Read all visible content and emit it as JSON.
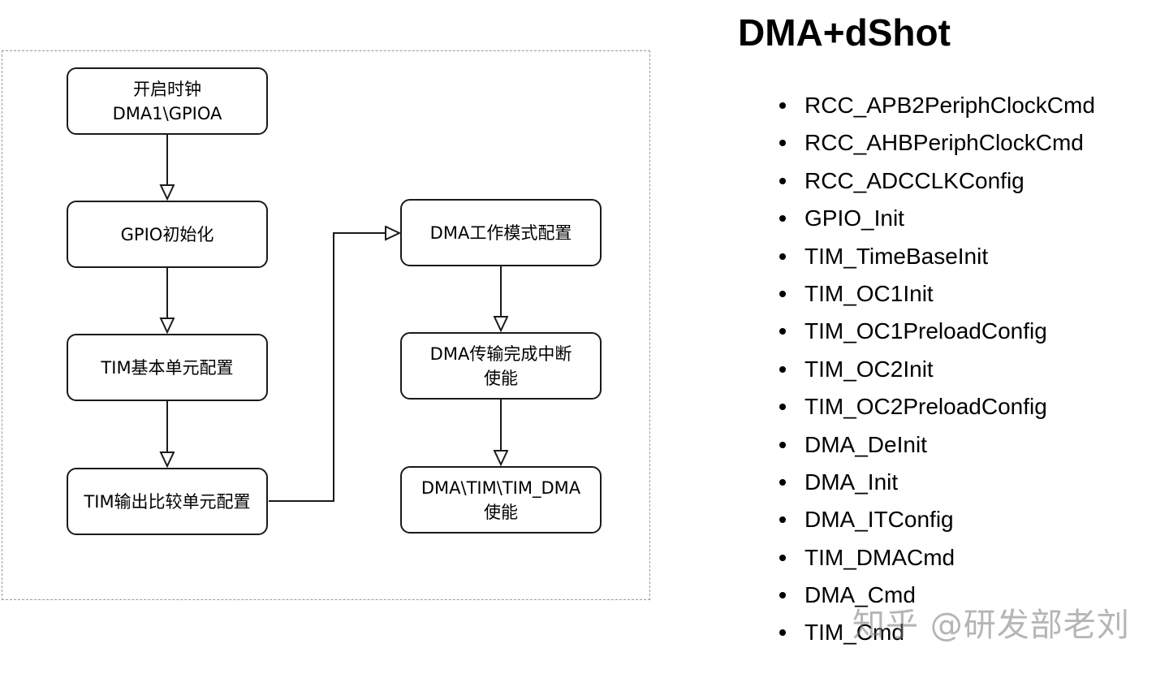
{
  "heading": "DMA+dShot",
  "flowchart": {
    "nodes": [
      {
        "id": "n1",
        "label": "开启时钟\nDMA1\\GPIOA"
      },
      {
        "id": "n2",
        "label": "GPIO初始化"
      },
      {
        "id": "n3",
        "label": "TIM基本单元配置"
      },
      {
        "id": "n4",
        "label": "TIM输出比较单元配置"
      },
      {
        "id": "n5",
        "label": "DMA工作模式配置"
      },
      {
        "id": "n6",
        "label": "DMA传输完成中断\n使能"
      },
      {
        "id": "n7",
        "label": "DMA\\TIM\\TIM_DMA\n使能"
      }
    ],
    "edges": [
      {
        "from": "n1",
        "to": "n2"
      },
      {
        "from": "n2",
        "to": "n3"
      },
      {
        "from": "n3",
        "to": "n4"
      },
      {
        "from": "n4",
        "to": "n5"
      },
      {
        "from": "n5",
        "to": "n6"
      },
      {
        "from": "n6",
        "to": "n7"
      }
    ]
  },
  "api_list": [
    "RCC_APB2PeriphClockCmd",
    "RCC_AHBPeriphClockCmd",
    "RCC_ADCCLKConfig",
    "GPIO_Init",
    "TIM_TimeBaseInit",
    "TIM_OC1Init",
    "TIM_OC1PreloadConfig",
    "TIM_OC2Init",
    "TIM_OC2PreloadConfig",
    "DMA_DeInit",
    "DMA_Init",
    "DMA_ITConfig",
    "TIM_DMACmd",
    "DMA_Cmd",
    "TIM_Cmd"
  ],
  "watermark": "知乎 @研发部老刘",
  "colors": {
    "line": "#1a1a1a",
    "frame": "#9a9a9a"
  }
}
